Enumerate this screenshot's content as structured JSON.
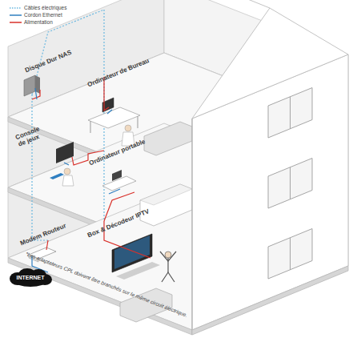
{
  "diagram": {
    "nodes": [
      {
        "text": [
          "INTERNET"
        ]
      }
    ],
    "labels": [
      "Disque Dur NAS",
      "Ordinateur de Bureau",
      "Console de jeux",
      "Ordinateur portable",
      "Modem Routeur",
      "Box & Décodeur IPTV",
      "*Les adaptateurs CPL doivent être branchés sur le même circuit électrique."
    ],
    "legend": [
      {
        "text": "Câbles électriques"
      },
      {
        "text": "Cordon Ethernet"
      },
      {
        "text": "Alimentation"
      }
    ]
  }
}
